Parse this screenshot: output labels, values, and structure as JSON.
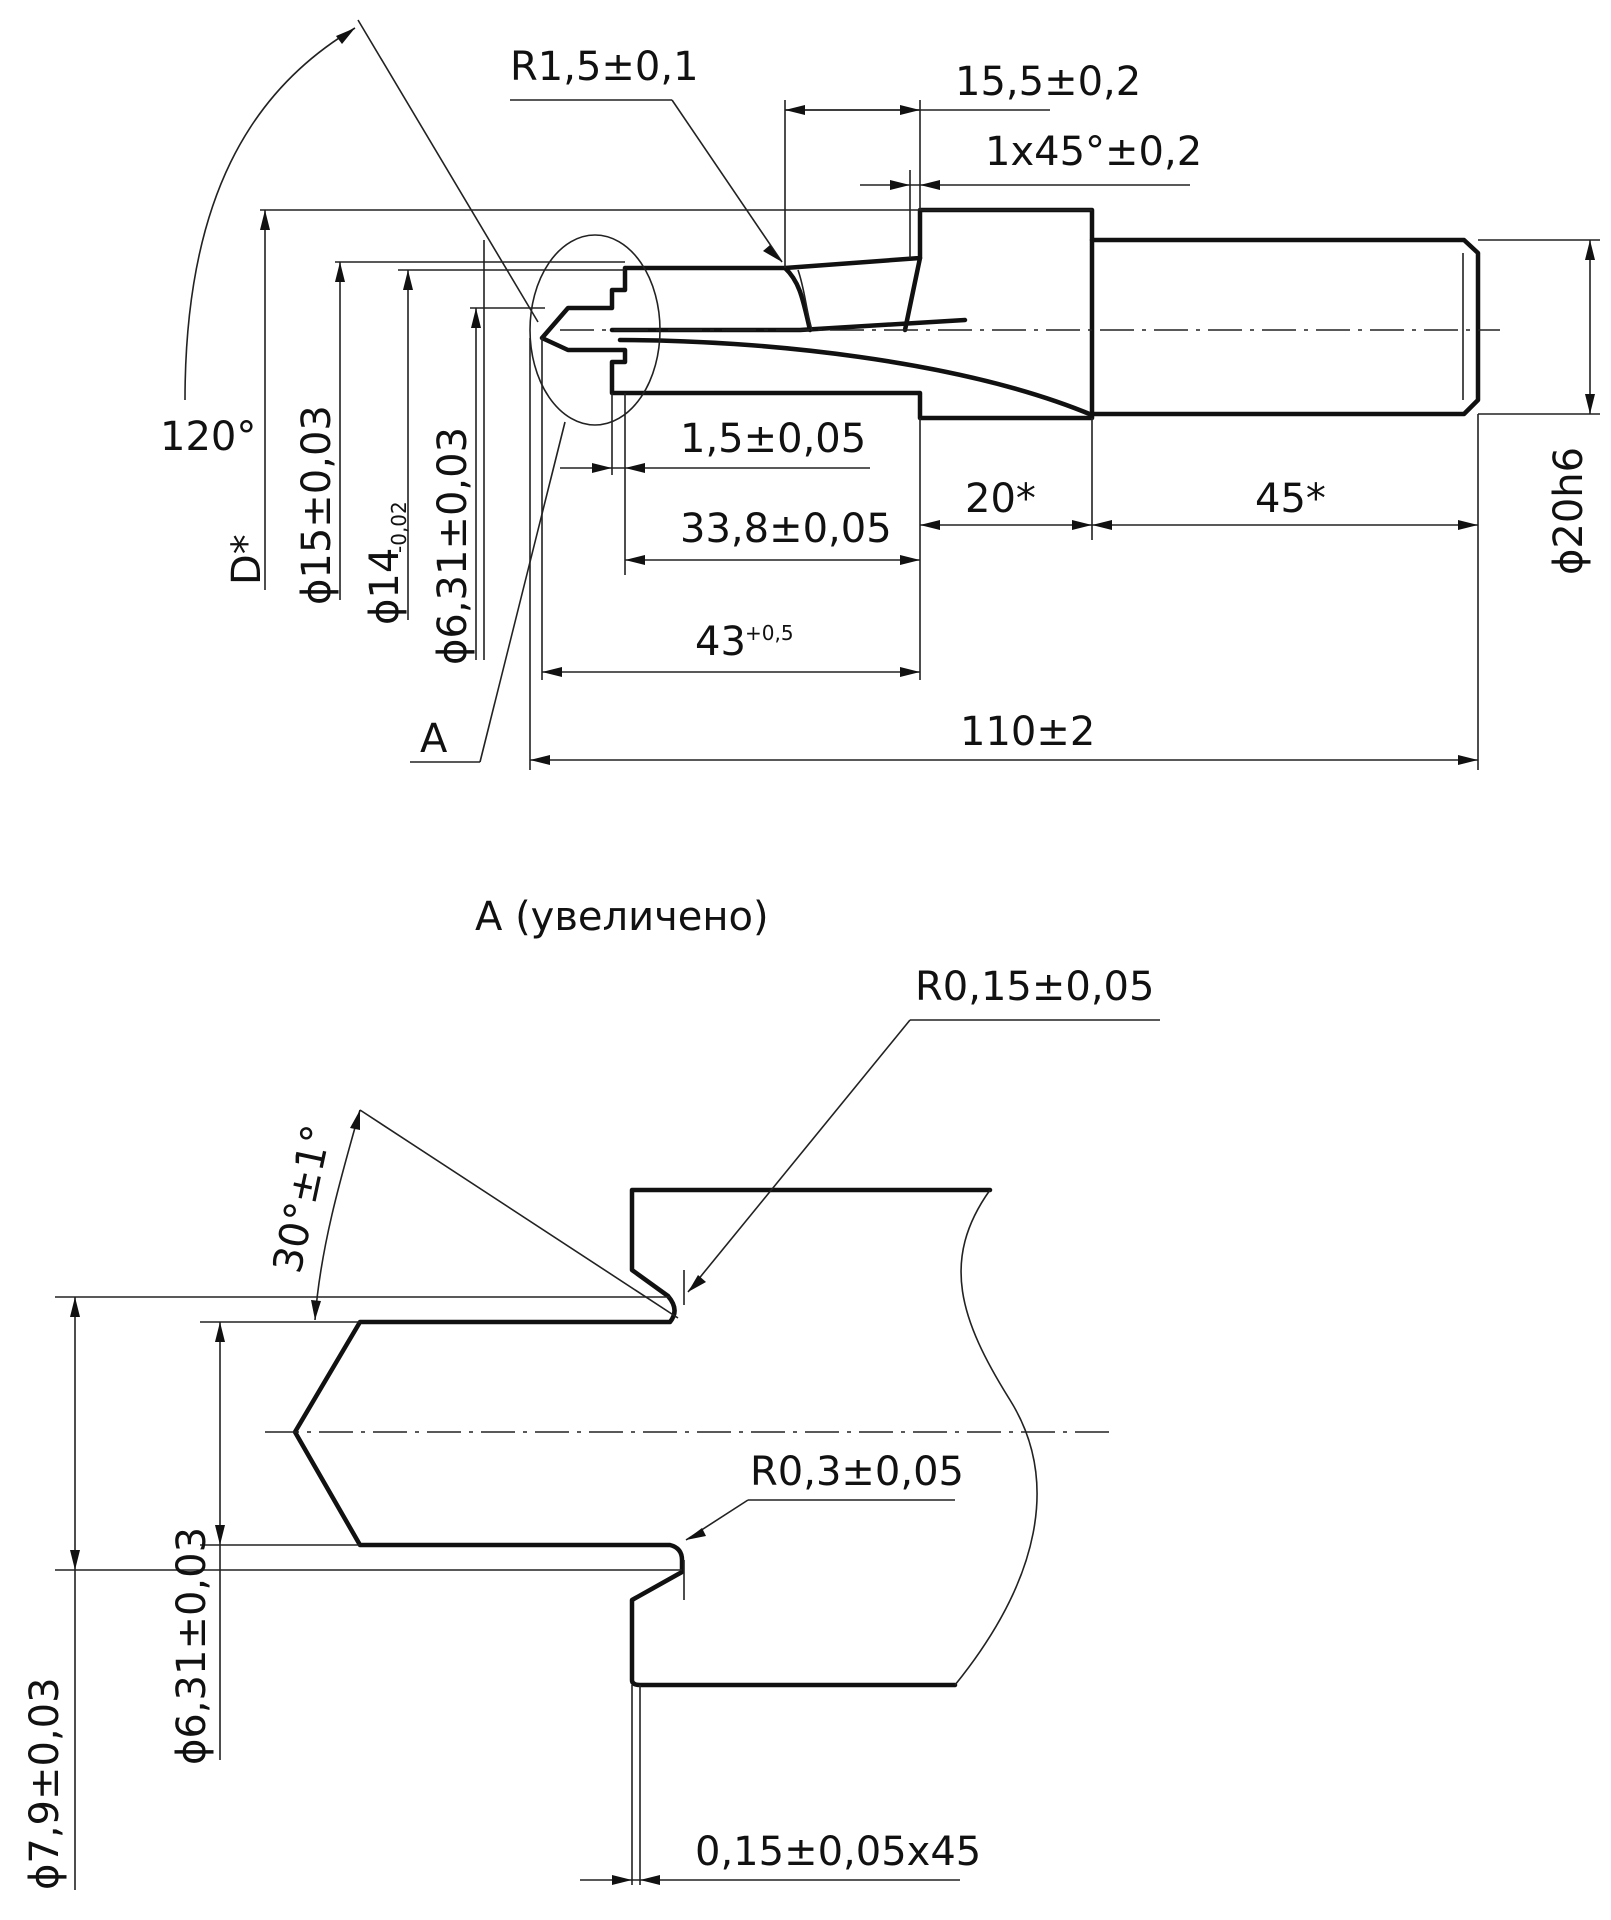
{
  "main_view": {
    "radius_top": "R1,5±0,1",
    "length_15_5": "15,5±0,2",
    "chamfer": "1x45°±0,2",
    "angle_120": "120°",
    "dia_D": "D*",
    "dia_15": "ϕ15±0,03",
    "dia_14_base": "ϕ14",
    "dia_14_tol": "-0,02",
    "dia_6_31": "ϕ6,31±0,03",
    "dim_1_5": "1,5±0,05",
    "dim_33_8": "33,8±0,05",
    "dim_20": "20*",
    "dim_45": "45*",
    "dia_20h6": "ϕ20h6",
    "dim_43_base": "43",
    "dim_43_tol": "+0,5",
    "dim_110": "110±2",
    "view_ref": "A"
  },
  "detail_view": {
    "title": "A (увеличено)",
    "radius_0_15": "R0,15±0,05",
    "angle_30": "30°±1°",
    "radius_0_3": "R0,3±0,05",
    "dia_7_9": "ϕ7,9±0,03",
    "dia_6_31": "ϕ6,31±0,03",
    "chamfer_small": "0,15±0,05x45"
  }
}
